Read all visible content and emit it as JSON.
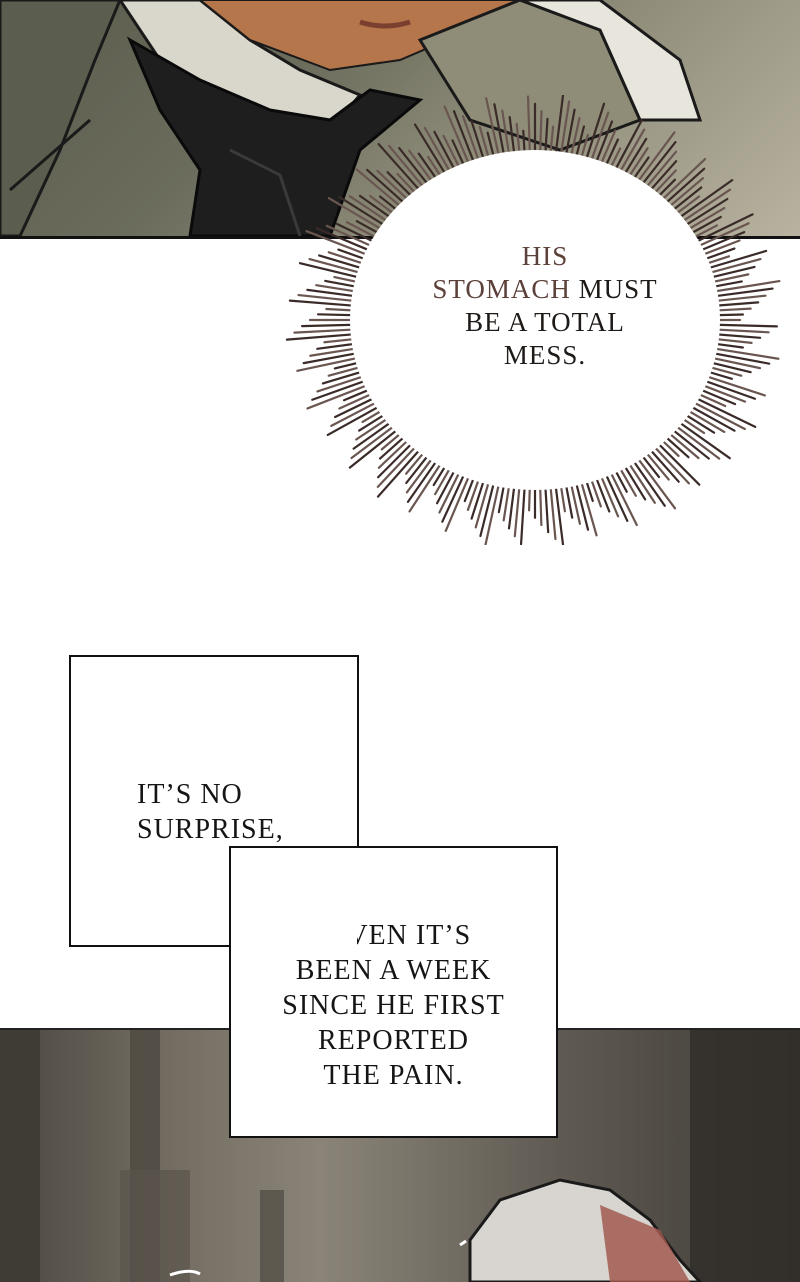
{
  "thought_bubble": {
    "line1": "HIS",
    "line2_highlight": "STOMACH",
    "line2_rest": " MUST",
    "line3": "BE A TOTAL",
    "line4": "MESS."
  },
  "caption_1": {
    "line1": "IT’S NO",
    "line2": "SURPRISE,"
  },
  "caption_2": {
    "line1": "GIVEN IT’S",
    "line2": "BEEN A WEEK",
    "line3": "SINCE HE FIRST",
    "line4": "REPORTED",
    "line5": "THE PAIN."
  },
  "colors": {
    "highlight_text": "#5c403a",
    "panel_border": "#111111"
  }
}
